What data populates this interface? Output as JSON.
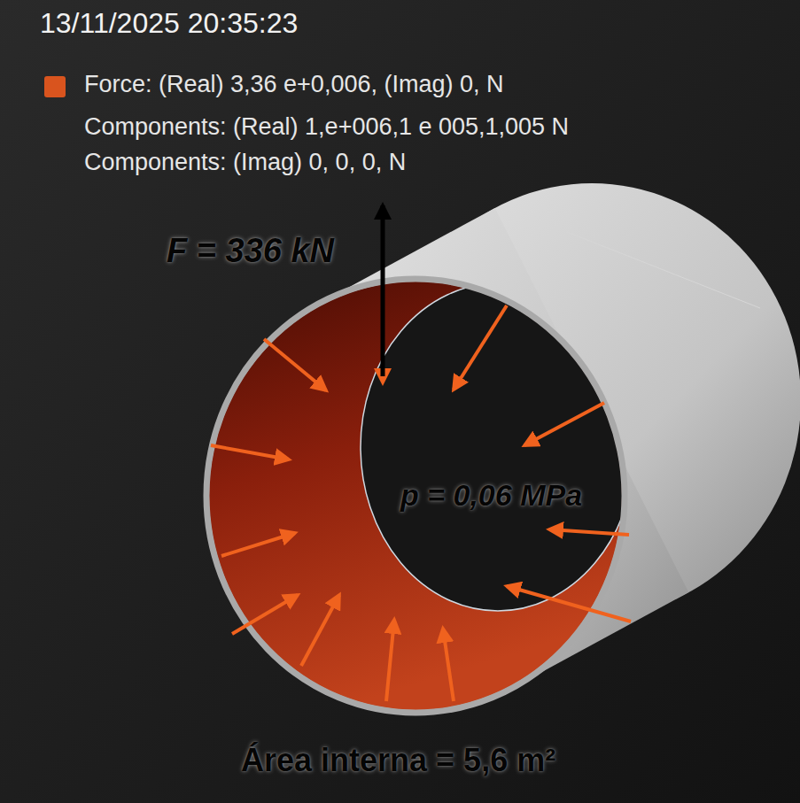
{
  "diagram": {
    "labels": [
      "13/11/2025 20:35:23",
      "Components: (Real) 1,e+006,1 e 005,1,005 N",
      "Components: (Imag) 0, 0, 0, N",
      "F = 336 kN",
      "p = 0,06 MPa",
      "Área interna = 5,6 m²"
    ],
    "legend": [
      {
        "text": "Force: (Real) 3,36 e+0,006, (Imag) 0, N",
        "color": "#d9541e"
      }
    ]
  }
}
